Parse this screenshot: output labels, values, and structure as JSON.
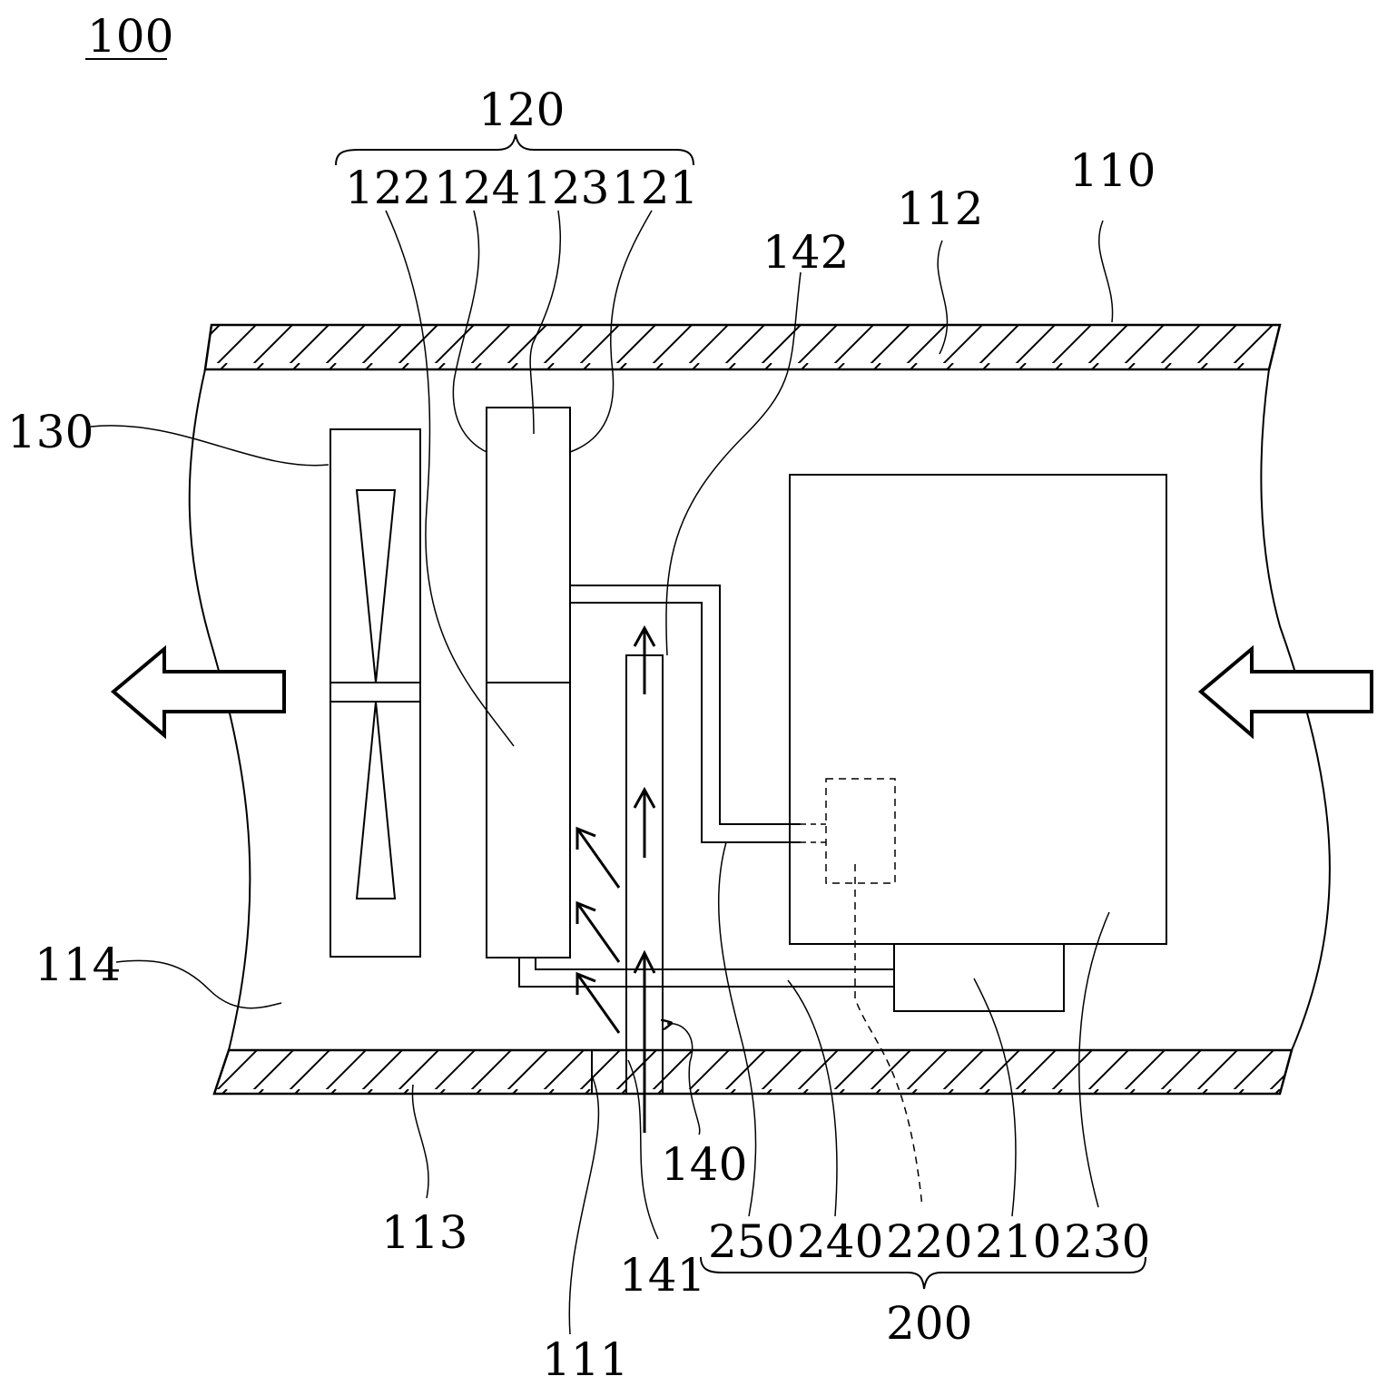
{
  "figure": {
    "title_ref": "100",
    "labels": {
      "housing": "110",
      "inlet": "111",
      "top_wall": "112",
      "bottom_wall": "113",
      "channel": "114",
      "heat_exchanger": "120",
      "part_121": "121",
      "part_122": "122",
      "part_123": "123",
      "part_124": "124",
      "fan": "130",
      "duct": "140",
      "duct_inlet": "141",
      "duct_outlet": "142",
      "module": "200",
      "part_210": "210",
      "part_220": "220",
      "part_230": "230",
      "part_240": "240",
      "part_250": "250"
    }
  }
}
